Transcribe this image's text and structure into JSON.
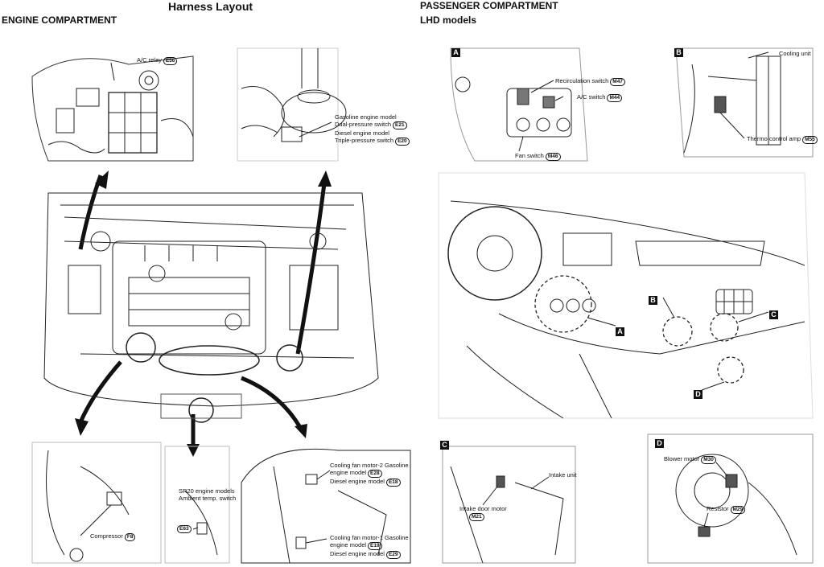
{
  "title": "Harness Layout",
  "left_heading": "ENGINE COMPARTMENT",
  "right_heading": "PASSENGER COMPARTMENT",
  "right_subheading": "LHD models",
  "engine_labels": {
    "ac_relay": {
      "text": "A/C relay",
      "code": "E56"
    },
    "gasoline_model": "Gasoline engine model",
    "dual_pressure": {
      "text": "Dual-pressure switch",
      "code": "E21"
    },
    "diesel_model": "Diesel engine model",
    "triple_pressure": {
      "text": "Triple-pressure switch",
      "code": "E20"
    },
    "compressor": {
      "text": "Compressor",
      "code": "F8"
    },
    "sr20_line1": "SR20 engine models",
    "sr20_line2": "Ambient temp. switch",
    "ambient_code": "E63",
    "fan2_line1": "Cooling fan motor-2 Gasoline",
    "fan2_line2": "engine model",
    "fan2_code_gas": "E28",
    "fan2_line3": "Diesel engine model",
    "fan2_code_diesel": "E18",
    "fan1_line1": "Cooling fan motor-1 Gasoline",
    "fan1_line2": "engine model",
    "fan1_code_gas": "E19",
    "fan1_line3": "Diesel engine model",
    "fan1_code_diesel": "E29"
  },
  "passenger_labels": {
    "A": "A",
    "B": "B",
    "C": "C",
    "D": "D",
    "recirculation": {
      "text": "Recirculation switch",
      "code": "M47"
    },
    "ac_switch": {
      "text": "A/C switch",
      "code": "M44"
    },
    "fan_switch": {
      "text": "Fan switch",
      "code": "M46"
    },
    "cooling_unit": "Cooling unit",
    "thermo": {
      "text": "Thermo control amp",
      "code": "M55"
    },
    "intake_unit": "Intake unit",
    "intake_door_line1": "Intake door motor",
    "intake_door_code": "M21",
    "blower": {
      "text": "Blower motor",
      "code": "M30"
    },
    "resistor": {
      "text": "Resistor",
      "code": "M29"
    }
  }
}
